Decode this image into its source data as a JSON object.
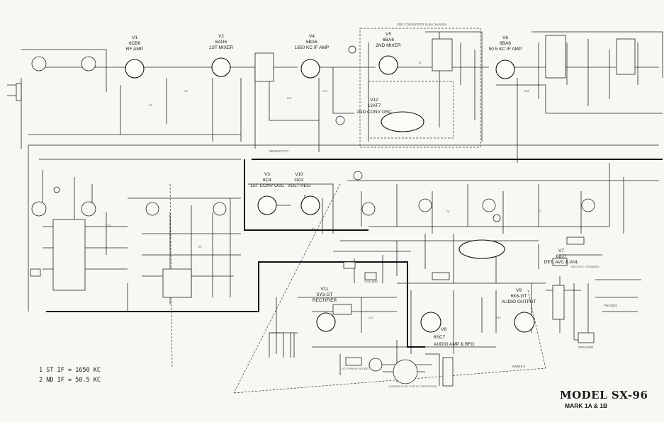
{
  "title": {
    "model": "MODEL SX-96",
    "marks": "MARK 1A & 1B"
  },
  "if_notes": [
    "1 ST IF = 1650 KC",
    "2 ND IF = 50.5 KC"
  ],
  "figure_number": "6W610-3",
  "tubes": [
    {
      "id": "V1",
      "type": "6CB6",
      "function": "RF AMP"
    },
    {
      "id": "V2",
      "type": "6AU6",
      "function": "1ST MIXER"
    },
    {
      "id": "V4",
      "type": "6BA6",
      "function": "1650 KC IF AMP"
    },
    {
      "id": "V5",
      "type": "6BA6",
      "function": "2ND MIXER"
    },
    {
      "id": "V6",
      "type": "6BA6",
      "function": "50.5 KC IF AMP"
    },
    {
      "id": "V12",
      "type": "12AT7",
      "function": "2ND CONV OSC"
    },
    {
      "id": "V3",
      "type": "6C4",
      "function": "1ST CONV OSC"
    },
    {
      "id": "V10",
      "type": "OA2",
      "function": "VOLT REG"
    },
    {
      "id": "V11",
      "type": "5Y3-GT",
      "function": "RECTIFIER"
    },
    {
      "id": "V8",
      "type": "6SC7",
      "function": "AUDIO AMP & BFO"
    },
    {
      "id": "V9",
      "type": "6K6-GT",
      "function": "AUDIO OUTPUT"
    },
    {
      "id": "V7",
      "type": "6BJ7",
      "function": "DET, AVC & ANL"
    }
  ],
  "labels": {
    "converter_sub_chassis": "2ND CONVERTER SUB-CHASSIS",
    "sensitivity": "SENSITIVITY",
    "b_plus": "B+",
    "volume": "VOLUME",
    "speaker": "SPEAKER",
    "phones": "PHONES",
    "jumper_plug": "JUMPER PLUG FOR AC OPERATION",
    "dc_power": "DC POWER SOCKET",
    "receive_standby": "RECEIVE / STANDBY"
  }
}
